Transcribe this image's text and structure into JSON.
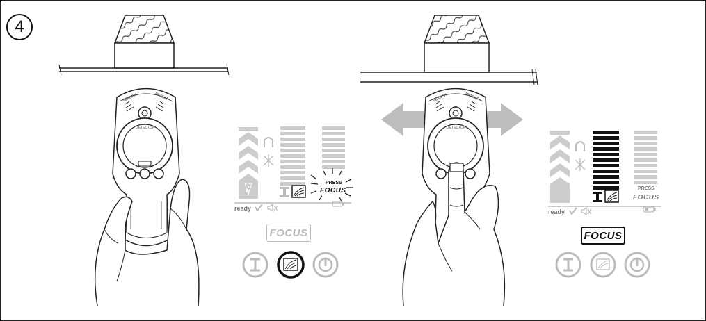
{
  "step": {
    "number": "4"
  },
  "left_panel": {
    "device": {
      "search_label": "SEARCH",
      "detect_label": "DETECT",
      "brand_label": "DETECTOR"
    },
    "display": {
      "ready_label": "ready",
      "press_label": "PRESS",
      "focus_label": "FOCUS"
    },
    "focus_button_label": "FOCUS",
    "highlighted_button": "scan"
  },
  "right_panel": {
    "device": {
      "search_label": "SEARCH",
      "detect_label": "DETECT",
      "brand_label": "DETECTOR"
    },
    "display": {
      "ready_label": "ready",
      "press_label": "PRESS",
      "focus_label": "FOCUS"
    },
    "focus_button_label": "FOCUS",
    "highlighted_button": "focus",
    "motion": "left-right"
  },
  "colors": {
    "line": "#222222",
    "muted": "#bbbbbb",
    "arrow": "#bdbdbd",
    "active": "#111111"
  }
}
